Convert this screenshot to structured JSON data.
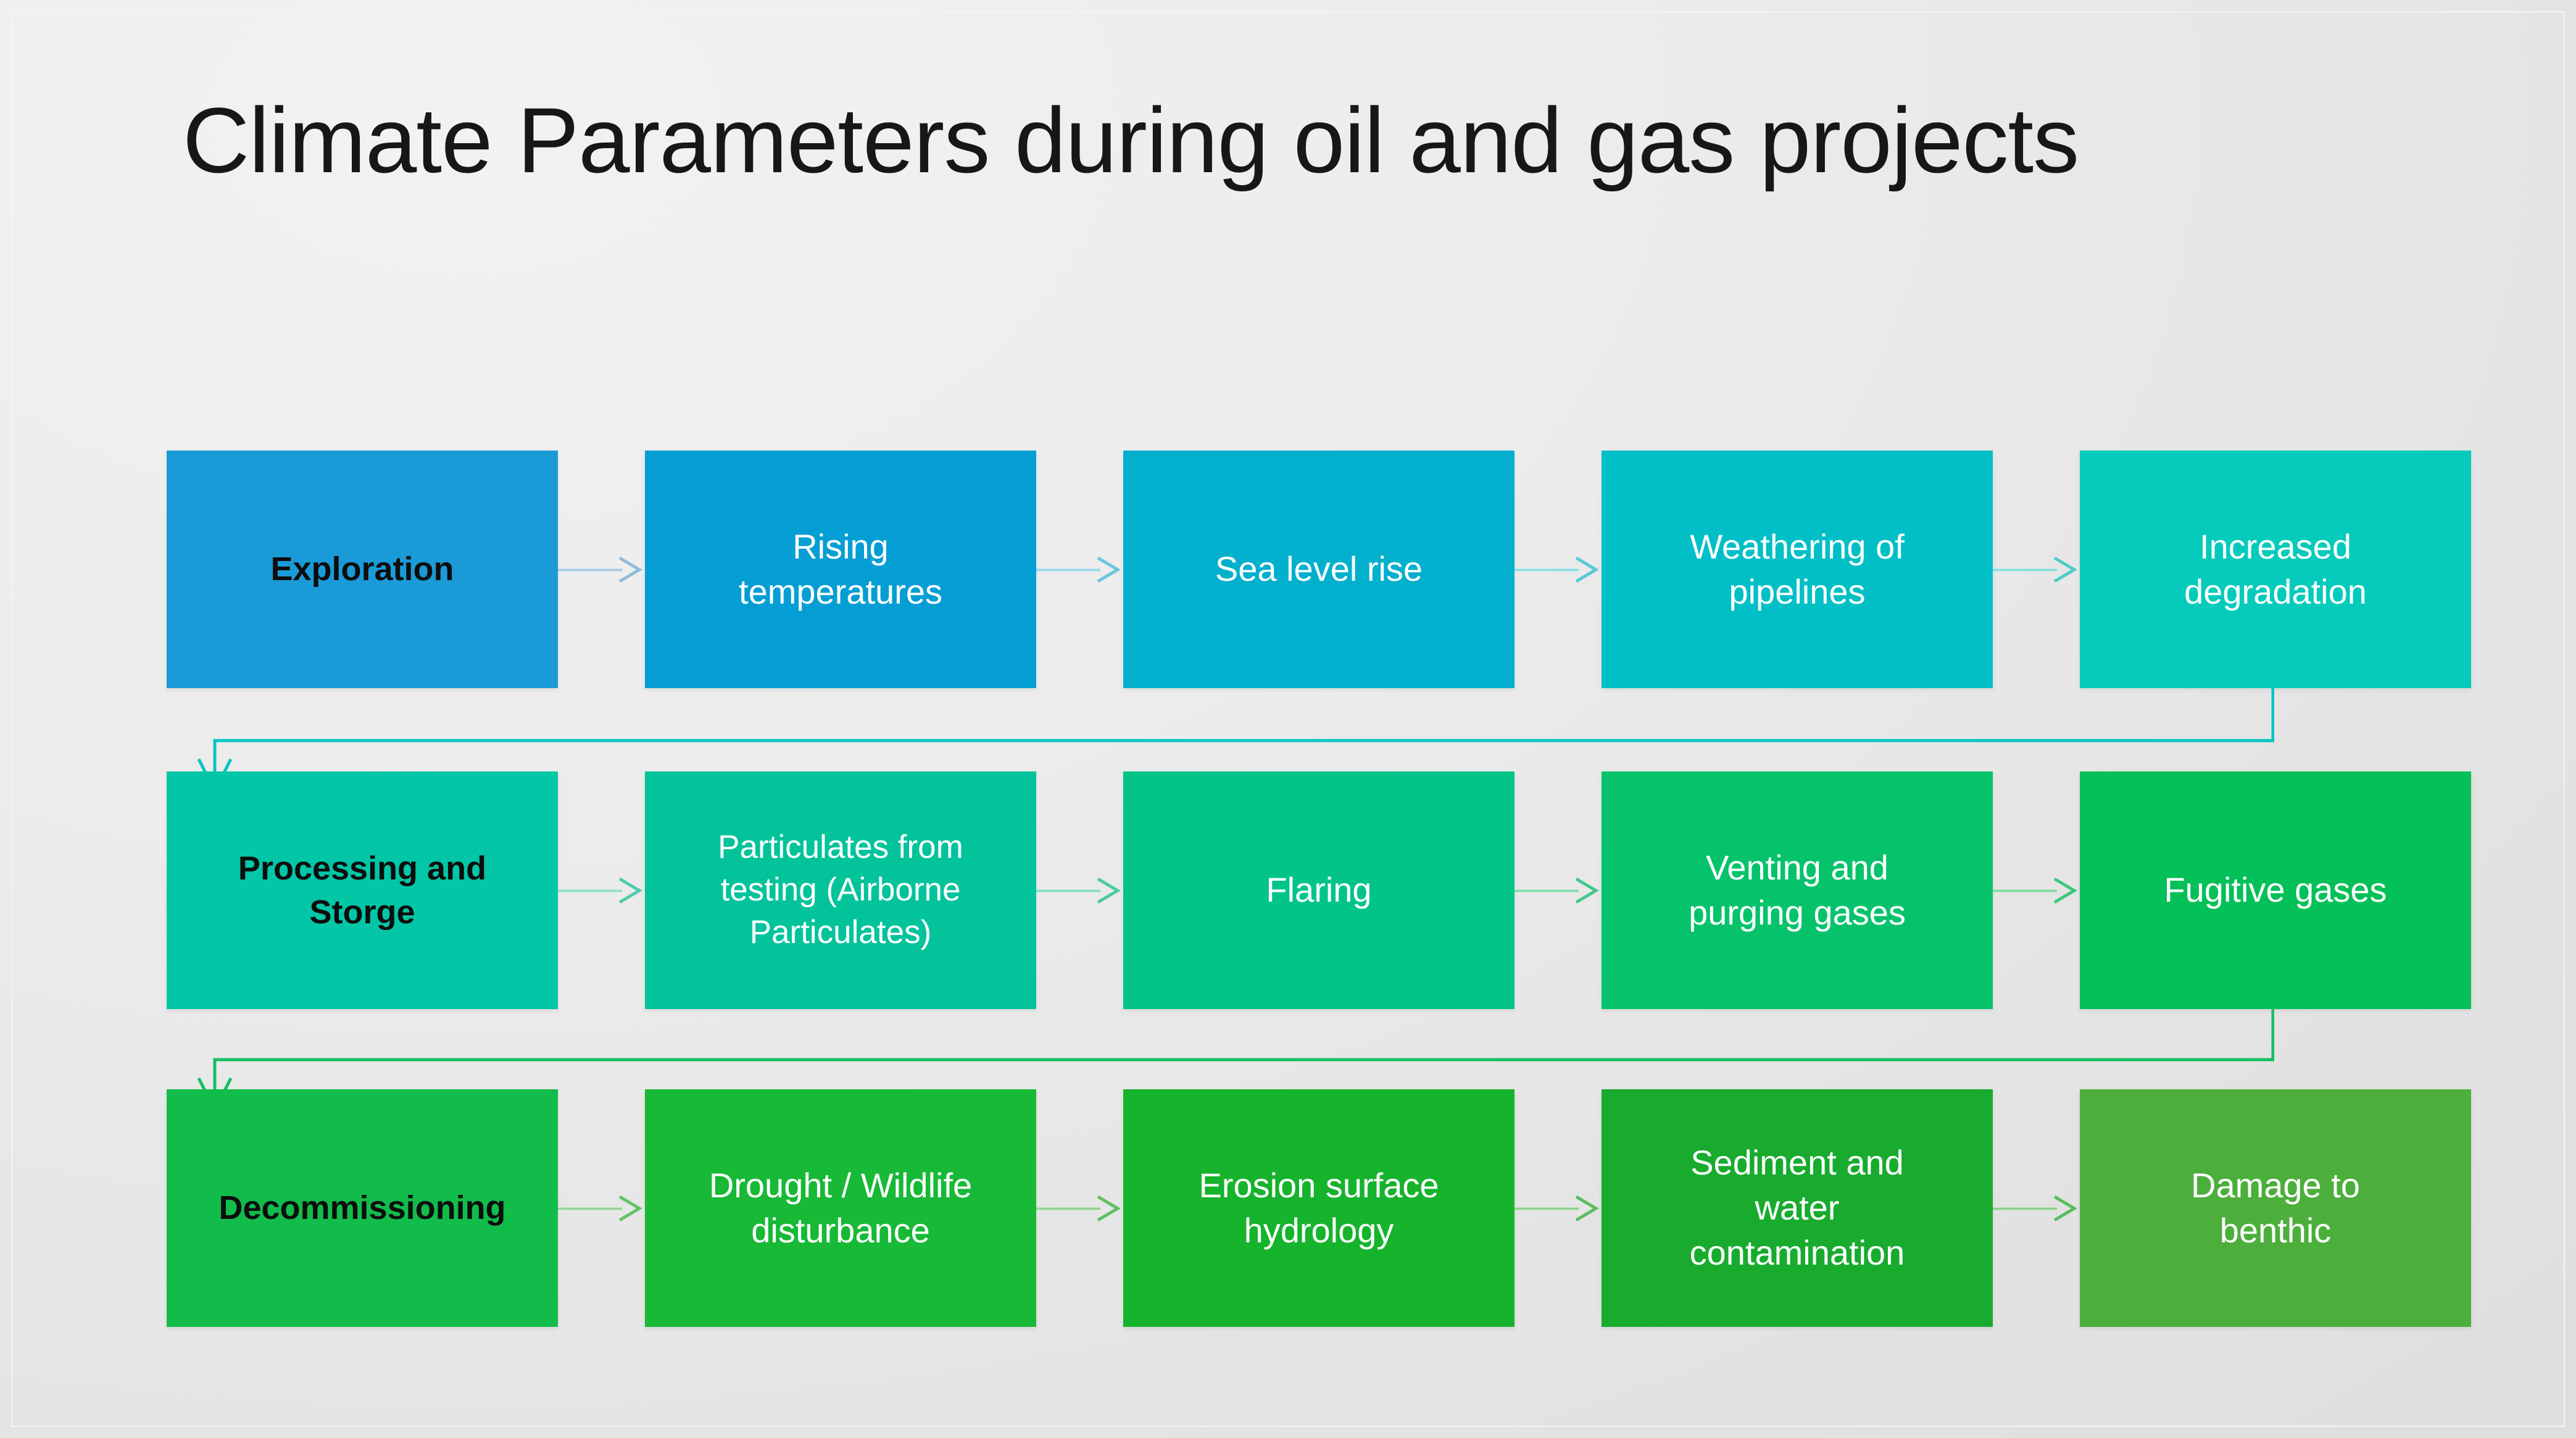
{
  "slide": {
    "title": "Climate Parameters during oil and gas projects",
    "background_color": "#e6e6e6"
  },
  "diagram_data": {
    "type": "flowchart",
    "layout": "3 rows x 5 columns, left-to-right with wrap-around elbow connectors",
    "rows": [
      {
        "row_index": 0,
        "stage": "Exploration",
        "stage_color": "#1b9ad8",
        "stage_text_color": "#0d0d0d",
        "connector_color": "#9cc3e0",
        "items": [
          {
            "label": "Rising\ntemperatures",
            "color": "#059ed4"
          },
          {
            "label": "Sea level rise",
            "color": "#02b0cd"
          },
          {
            "label": "Weathering of\npipelines",
            "color": "#01bfc6"
          },
          {
            "label": "Increased\ndegradation",
            "color": "#04cbbb"
          }
        ]
      },
      {
        "row_index": 1,
        "stage": "Processing and\nStorge",
        "stage_color": "#03c6a6",
        "stage_text_color": "#0d0d0d",
        "connector_color": "#6ed1b0",
        "items": [
          {
            "label": "Particulates from\ntesting   (Airborne\nParticulates)",
            "color": "#03c39b"
          },
          {
            "label": "Flaring",
            "color": "#02c489"
          },
          {
            "label": "Venting and\npurging gases",
            "color": "#06c36b"
          },
          {
            "label": "Fugitive gases",
            "color": "#04c058"
          }
        ]
      },
      {
        "row_index": 2,
        "stage": "Decommissioning",
        "stage_color": "#11bc4b",
        "stage_text_color": "#0d0d0d",
        "connector_color": "#7cc47a",
        "items": [
          {
            "label": "Drought / Wildlife\ndisturbance",
            "color": "#17b936"
          },
          {
            "label": "Erosion surface\nhydrology",
            "color": "#16b32c"
          },
          {
            "label": "Sediment and\nwater\ncontamination",
            "color": "#18ab2e"
          },
          {
            "label": "Damage to\nbenthic",
            "color": "#4caf3c"
          }
        ]
      }
    ],
    "wrap_connectors": [
      {
        "from_row": 0,
        "to_row": 1,
        "color": "#07c5c2"
      },
      {
        "from_row": 1,
        "to_row": 2,
        "color": "#14be60"
      }
    ]
  }
}
